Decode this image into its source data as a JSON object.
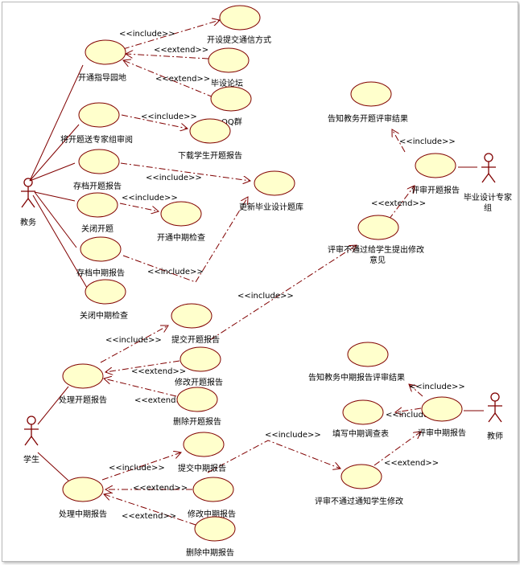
{
  "actors": [
    {
      "id": "a_admin",
      "label": "教务"
    },
    {
      "id": "a_student",
      "label": "学生"
    },
    {
      "id": "a_teacher",
      "label": "教师"
    },
    {
      "id": "a_expert",
      "label_lines": [
        "毕业设计专家",
        "组"
      ]
    }
  ],
  "use_cases": [
    {
      "id": "u1",
      "label": "开设提交通信方式"
    },
    {
      "id": "u2",
      "label": "开通指导园地"
    },
    {
      "id": "u3",
      "label": "毕设论坛"
    },
    {
      "id": "u4",
      "label": "QQ群"
    },
    {
      "id": "u5",
      "label": "将开题送专家组审阅"
    },
    {
      "id": "u6",
      "label": "下载学生开题报告"
    },
    {
      "id": "u7",
      "label": "存档开题报告"
    },
    {
      "id": "u8",
      "label": "更新毕业设计题库"
    },
    {
      "id": "u9",
      "label": "关闭开题"
    },
    {
      "id": "u10",
      "label": "开通中期检查"
    },
    {
      "id": "u11",
      "label": "存档中期报告"
    },
    {
      "id": "u12",
      "label": "关闭中期检查"
    },
    {
      "id": "u13",
      "label": "告知教务开题评审结果"
    },
    {
      "id": "u14",
      "label": "评审开题报告"
    },
    {
      "id": "u15",
      "label_lines": [
        "评审不通过给学生提出修改",
        "意见"
      ]
    },
    {
      "id": "u16",
      "label": "提交开题报告"
    },
    {
      "id": "u17",
      "label": "修改开题报告"
    },
    {
      "id": "u18",
      "label": "处理开题报告"
    },
    {
      "id": "u19",
      "label": "删除开题报告"
    },
    {
      "id": "u20",
      "label": "告知教务中期报告评审结果"
    },
    {
      "id": "u21",
      "label": "填写中期调查表"
    },
    {
      "id": "u22",
      "label": "评审中期报告"
    },
    {
      "id": "u23",
      "label": "提交中期报告"
    },
    {
      "id": "u24",
      "label": "处理中期报告"
    },
    {
      "id": "u25",
      "label": "修改中期报告"
    },
    {
      "id": "u26",
      "label": "删除中期报告"
    },
    {
      "id": "u27",
      "label": "评审不通过通知学生修改"
    }
  ],
  "stereotypes": {
    "include": "<<include>>",
    "extend": "<<extend>>"
  },
  "relations": [
    {
      "from": "u2",
      "to": "u1",
      "type": "include"
    },
    {
      "from": "u3",
      "to": "u2",
      "type": "extend"
    },
    {
      "from": "u4",
      "to": "u2",
      "type": "extend"
    },
    {
      "from": "u5",
      "to": "u6",
      "type": "include"
    },
    {
      "from": "u7",
      "to": "u8",
      "type": "include"
    },
    {
      "from": "u9",
      "to": "u10",
      "type": "include"
    },
    {
      "from": "u11",
      "to": "u8",
      "type": "include"
    },
    {
      "from": "u14",
      "to": "u13",
      "type": "include"
    },
    {
      "from": "u15",
      "to": "u14",
      "type": "extend"
    },
    {
      "from": "u16",
      "to": "u15",
      "type": "include"
    },
    {
      "from": "u18",
      "to": "u16",
      "type": "include"
    },
    {
      "from": "u17",
      "to": "u18",
      "type": "extend"
    },
    {
      "from": "u19",
      "to": "u18",
      "type": "extend"
    },
    {
      "from": "u22",
      "to": "u20",
      "type": "include"
    },
    {
      "from": "u22",
      "to": "u21",
      "type": "include"
    },
    {
      "from": "u27",
      "to": "u22",
      "type": "extend"
    },
    {
      "from": "u23",
      "to": "u27",
      "type": "include"
    },
    {
      "from": "u24",
      "to": "u23",
      "type": "include"
    },
    {
      "from": "u25",
      "to": "u24",
      "type": "extend"
    },
    {
      "from": "u26",
      "to": "u24",
      "type": "extend"
    }
  ]
}
